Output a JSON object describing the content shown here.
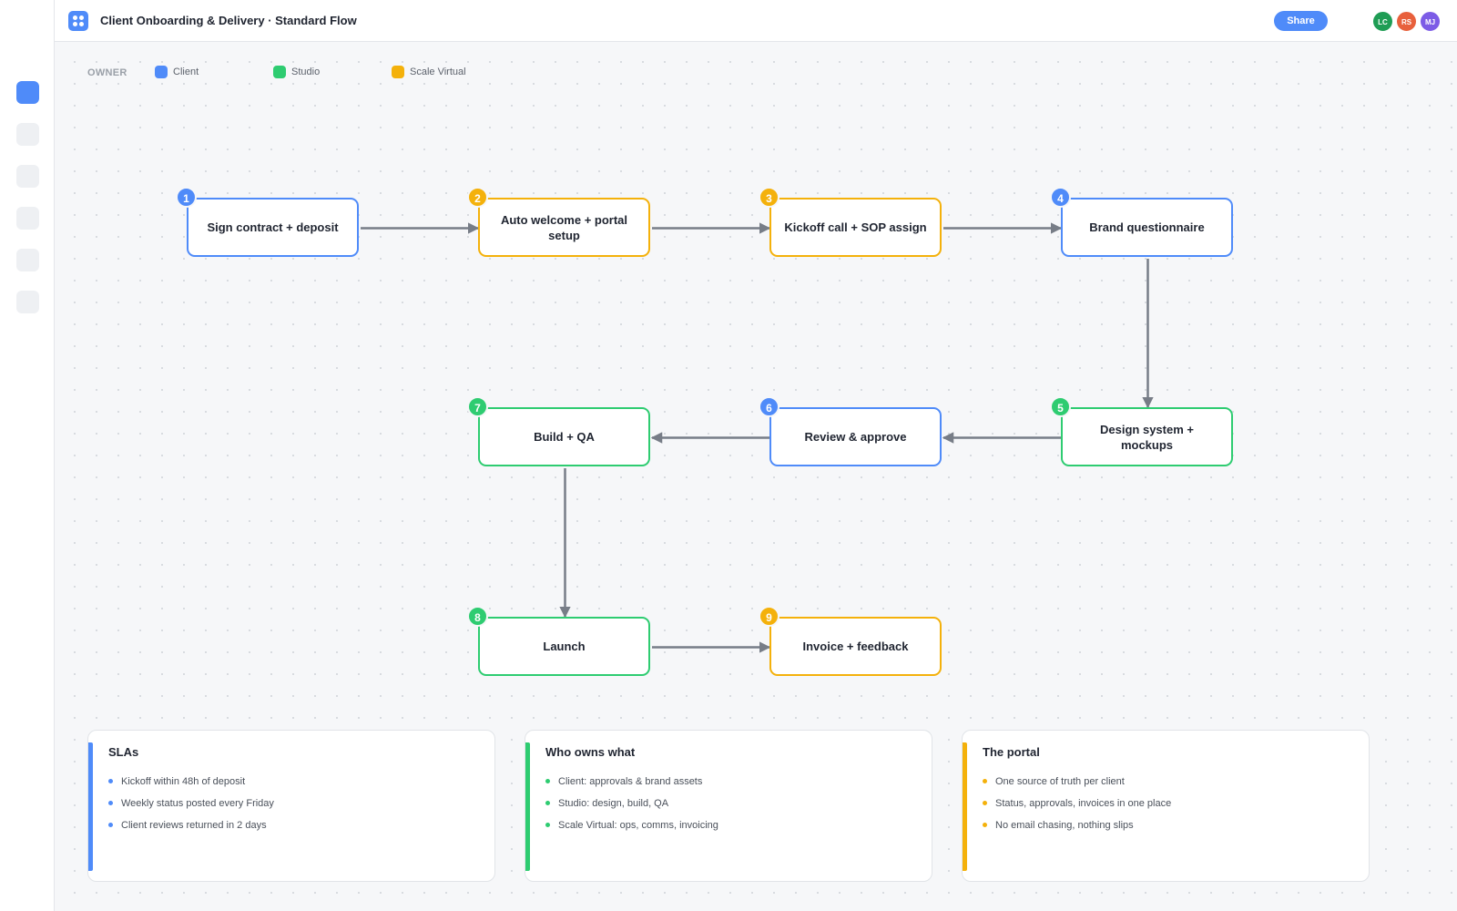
{
  "header": {
    "title": "Client Onboarding & Delivery · Standard Flow",
    "share_label": "Share",
    "avatars": [
      {
        "initials": "LC",
        "color": "#1f9d55"
      },
      {
        "initials": "RS",
        "color": "#e8603c"
      },
      {
        "initials": "MJ",
        "color": "#7c5ce6"
      }
    ]
  },
  "colors": {
    "client": "#4f8bf9",
    "studio": "#2ecc71",
    "scale_virtual": "#f4b10b",
    "connector": "#777d87"
  },
  "legend": {
    "title": "OWNER",
    "items": [
      {
        "label": "Client",
        "owner": "client"
      },
      {
        "label": "Studio",
        "owner": "studio"
      },
      {
        "label": "Scale Virtual",
        "owner": "scale_virtual"
      }
    ]
  },
  "flow": {
    "steps": [
      {
        "number": "1",
        "label": "Sign contract + deposit",
        "owner": "client"
      },
      {
        "number": "2",
        "label": "Auto welcome + portal setup",
        "owner": "scale_virtual"
      },
      {
        "number": "3",
        "label": "Kickoff call + SOP assign",
        "owner": "scale_virtual"
      },
      {
        "number": "4",
        "label": "Brand questionnaire",
        "owner": "client"
      },
      {
        "number": "5",
        "label": "Design system + mockups",
        "owner": "studio"
      },
      {
        "number": "6",
        "label": "Review & approve",
        "owner": "client"
      },
      {
        "number": "7",
        "label": "Build + QA",
        "owner": "studio"
      },
      {
        "number": "8",
        "label": "Launch",
        "owner": "studio"
      },
      {
        "number": "9",
        "label": "Invoice + feedback",
        "owner": "scale_virtual"
      }
    ],
    "links": [
      {
        "from": "1",
        "to": "2"
      },
      {
        "from": "2",
        "to": "3"
      },
      {
        "from": "3",
        "to": "4"
      },
      {
        "from": "4",
        "to": "5"
      },
      {
        "from": "5",
        "to": "6"
      },
      {
        "from": "6",
        "to": "7"
      },
      {
        "from": "7",
        "to": "8"
      },
      {
        "from": "8",
        "to": "9"
      }
    ]
  },
  "cards": [
    {
      "title": "SLAs",
      "owner": "client",
      "items": [
        "Kickoff within 48h of deposit",
        "Weekly status posted every Friday",
        "Client reviews returned in 2 days"
      ]
    },
    {
      "title": "Who owns what",
      "owner": "studio",
      "items": [
        "Client: approvals & brand assets",
        "Studio: design, build, QA",
        "Scale Virtual: ops, comms, invoicing"
      ]
    },
    {
      "title": "The portal",
      "owner": "scale_virtual",
      "items": [
        "One source of truth per client",
        "Status, approvals, invoices in one place",
        "No email chasing, nothing slips"
      ]
    }
  ]
}
